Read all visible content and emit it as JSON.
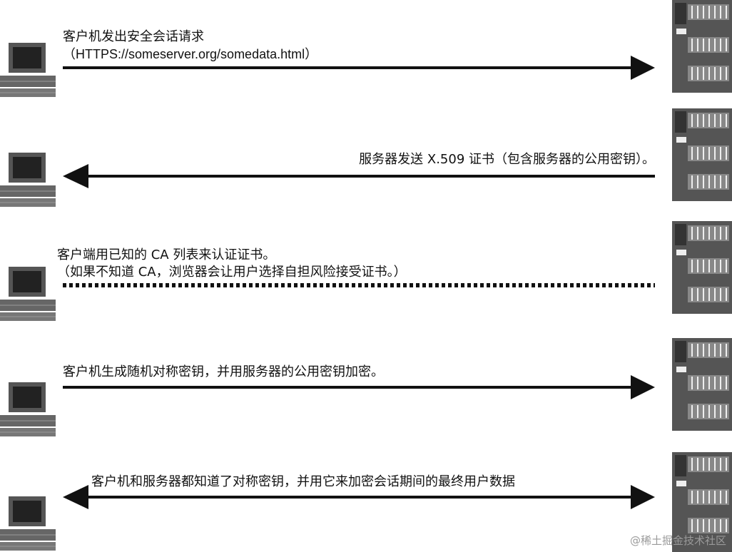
{
  "steps": [
    {
      "text": "客户机发出安全会话请求",
      "subtext": "（HTTPS://someserver.org/somedata.html）",
      "direction": "right"
    },
    {
      "text": "服务器发送 X.509 证书（包含服务器的公用密钥）。",
      "direction": "left"
    },
    {
      "text": "客户端用已知的 CA 列表来认证证书。",
      "subtext": "（如果不知道 CA，浏览器会让用户选择自担风险接受证书。）",
      "direction": "none"
    },
    {
      "text": "客户机生成随机对称密钥，并用服务器的公用密钥加密。",
      "direction": "right"
    },
    {
      "text": "客户机和服务器都知道了对称密钥，并用它来加密会话期间的最终用户数据",
      "direction": "both"
    }
  ],
  "watermark": "@稀土掘金技术社区",
  "icons": {
    "client": "desktop-computer-icon",
    "server": "server-tower-icon"
  },
  "colors": {
    "line": "#111111",
    "device": "#555555",
    "background": "#ffffff"
  }
}
